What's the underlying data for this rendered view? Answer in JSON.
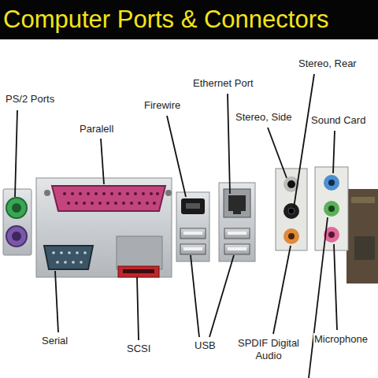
{
  "diagram": {
    "title": "Computer Ports & Connectors",
    "labels": [
      "PS/2 Ports",
      "Paralell",
      "Firewire",
      "Ethernet Port",
      "Stereo, Rear",
      "Stereo, Side",
      "Sound Card",
      "Serial",
      "SCSI",
      "USB",
      "SPDIF Digital Audio",
      "Microphone"
    ]
  }
}
